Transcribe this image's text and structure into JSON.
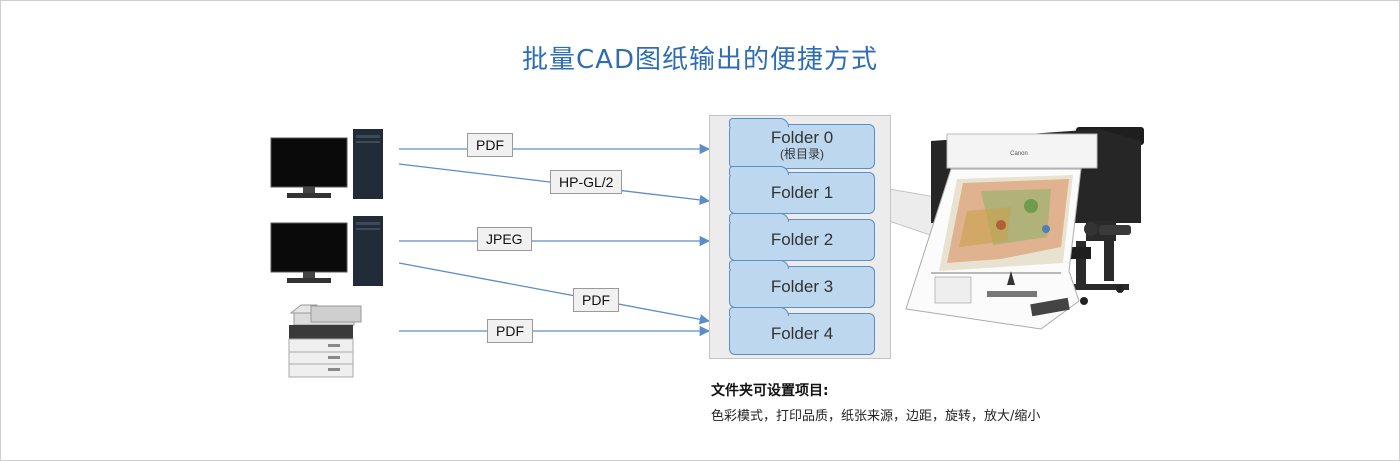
{
  "title": "批量CAD图纸输出的便捷方式",
  "formats": {
    "f1": "PDF",
    "f2": "HP-GL/2",
    "f3": "JPEG",
    "f4": "PDF",
    "f5": "PDF"
  },
  "folders": [
    {
      "label": "Folder 0",
      "sub": "(根目录)"
    },
    {
      "label": "Folder 1",
      "sub": ""
    },
    {
      "label": "Folder 2",
      "sub": ""
    },
    {
      "label": "Folder 3",
      "sub": ""
    },
    {
      "label": "Folder 4",
      "sub": ""
    }
  ],
  "printer_brand": "Canon",
  "notes": {
    "title": "文件夹可设置项目:",
    "body": "色彩模式，打印品质，纸张来源，边距，旋转，放大/缩小"
  },
  "colors": {
    "title": "#2e6db4",
    "arrow": "#5b8ec6",
    "folder_fill": "#bdd7ef",
    "folder_border": "#5b8ec6"
  }
}
